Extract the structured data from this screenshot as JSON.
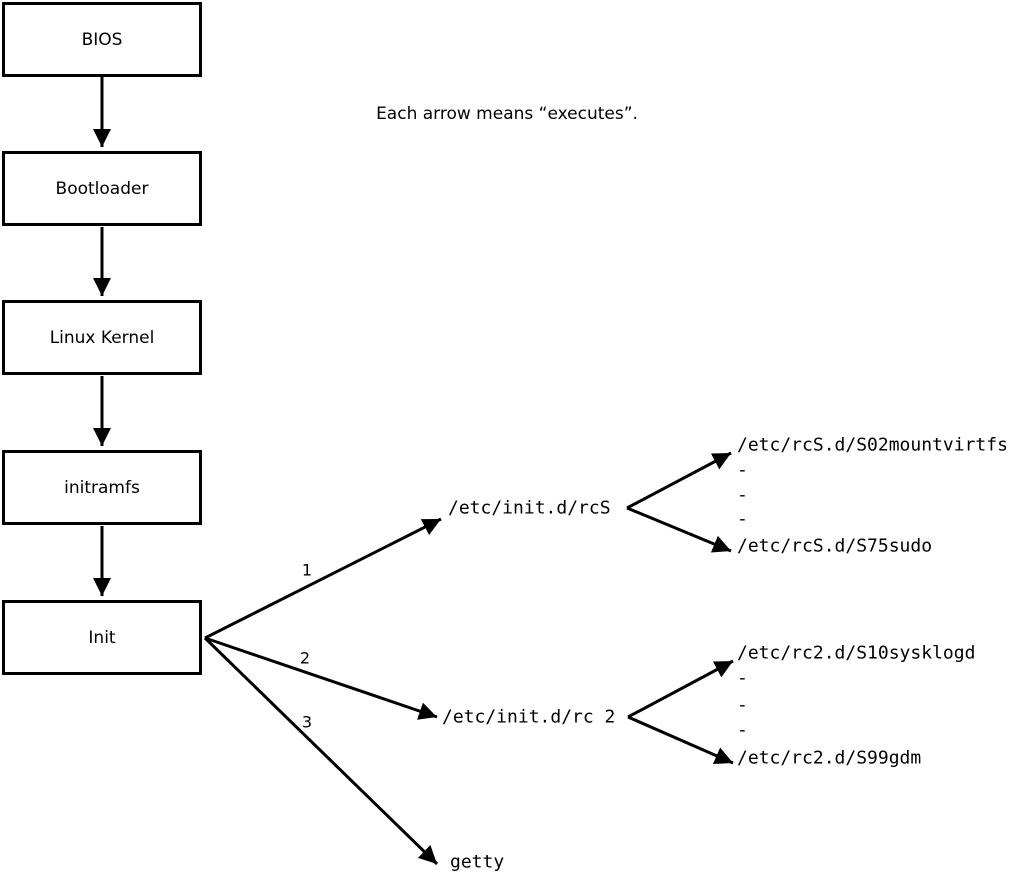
{
  "caption": "Each arrow means “executes”.",
  "boxes": [
    {
      "label": "BIOS"
    },
    {
      "label": "Bootloader"
    },
    {
      "label": "Linux Kernel"
    },
    {
      "label": "initramfs"
    },
    {
      "label": "Init"
    }
  ],
  "init_branches": [
    {
      "order": "1",
      "target": "/etc/init.d/rcS"
    },
    {
      "order": "2",
      "target": "/etc/init.d/rc 2"
    },
    {
      "order": "3",
      "target": "getty"
    }
  ],
  "rcS_scripts": [
    "/etc/rcS.d/S02mountvirtfs",
    "-",
    "-",
    "-",
    "/etc/rcS.d/S75sudo"
  ],
  "rc2_scripts": [
    "/etc/rc2.d/S10sysklogd",
    "-",
    "-",
    "-",
    "/etc/rc2.d/S99gdm"
  ],
  "colors": {
    "line": "#000000",
    "background": "#ffffff"
  }
}
